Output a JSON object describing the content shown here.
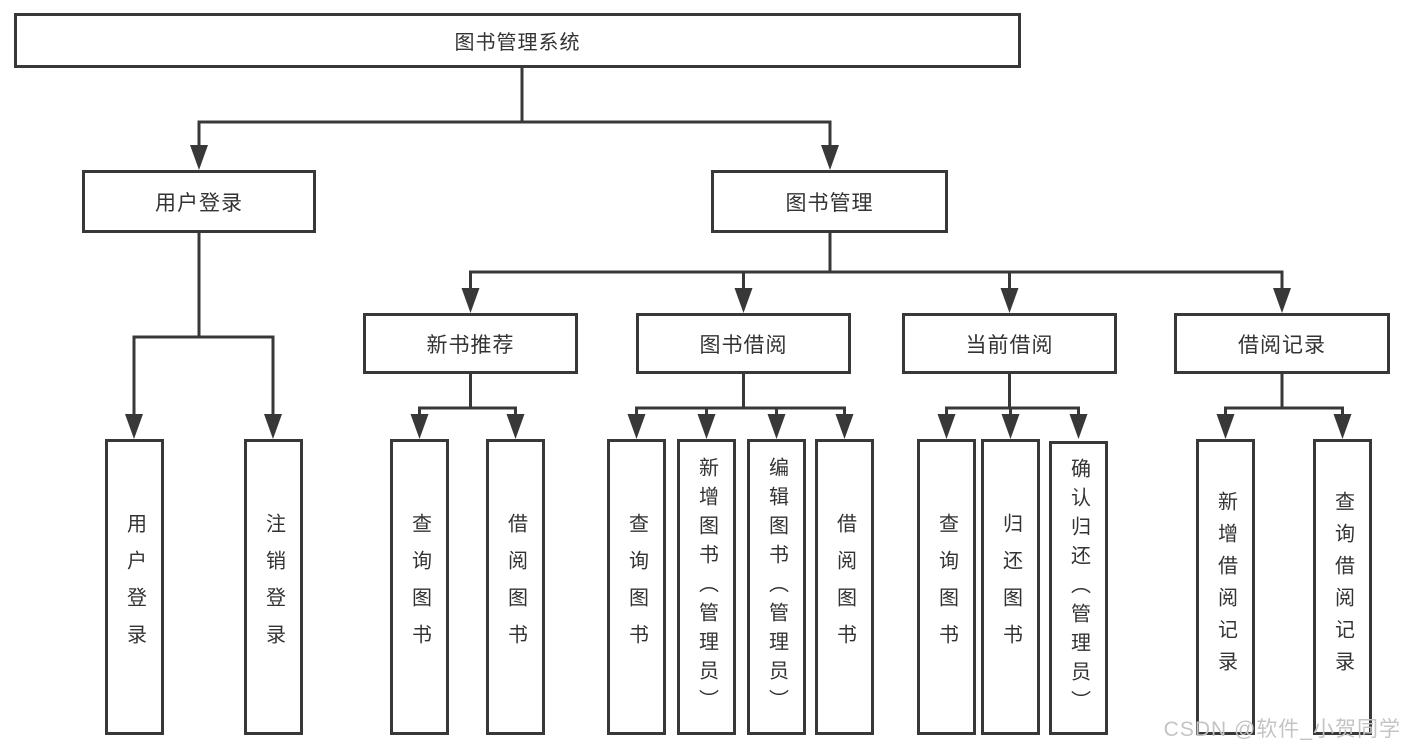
{
  "tree": {
    "root": {
      "label": "图书管理系统",
      "children": [
        {
          "label": "用户登录",
          "children": [
            {
              "label": "用户登录"
            },
            {
              "label": "注销登录"
            }
          ]
        },
        {
          "label": "图书管理",
          "children": [
            {
              "label": "新书推荐",
              "children": [
                {
                  "label": "查询图书"
                },
                {
                  "label": "借阅图书"
                }
              ]
            },
            {
              "label": "图书借阅",
              "children": [
                {
                  "label": "查询图书"
                },
                {
                  "label": "新增图书（管理员）"
                },
                {
                  "label": "编辑图书（管理员）"
                },
                {
                  "label": "借阅图书"
                }
              ]
            },
            {
              "label": "当前借阅",
              "children": [
                {
                  "label": "查询图书"
                },
                {
                  "label": "归还图书"
                },
                {
                  "label": "确认归还（管理员）"
                }
              ]
            },
            {
              "label": "借阅记录",
              "children": [
                {
                  "label": "新增借阅记录"
                },
                {
                  "label": "查询借阅记录"
                }
              ]
            }
          ]
        }
      ]
    }
  },
  "watermark": {
    "text": "CSDN @软件_小贺同学"
  },
  "colors": {
    "line": "#383838",
    "text": "#333333",
    "watermark": "#c4c4c4",
    "background": "#ffffff"
  }
}
